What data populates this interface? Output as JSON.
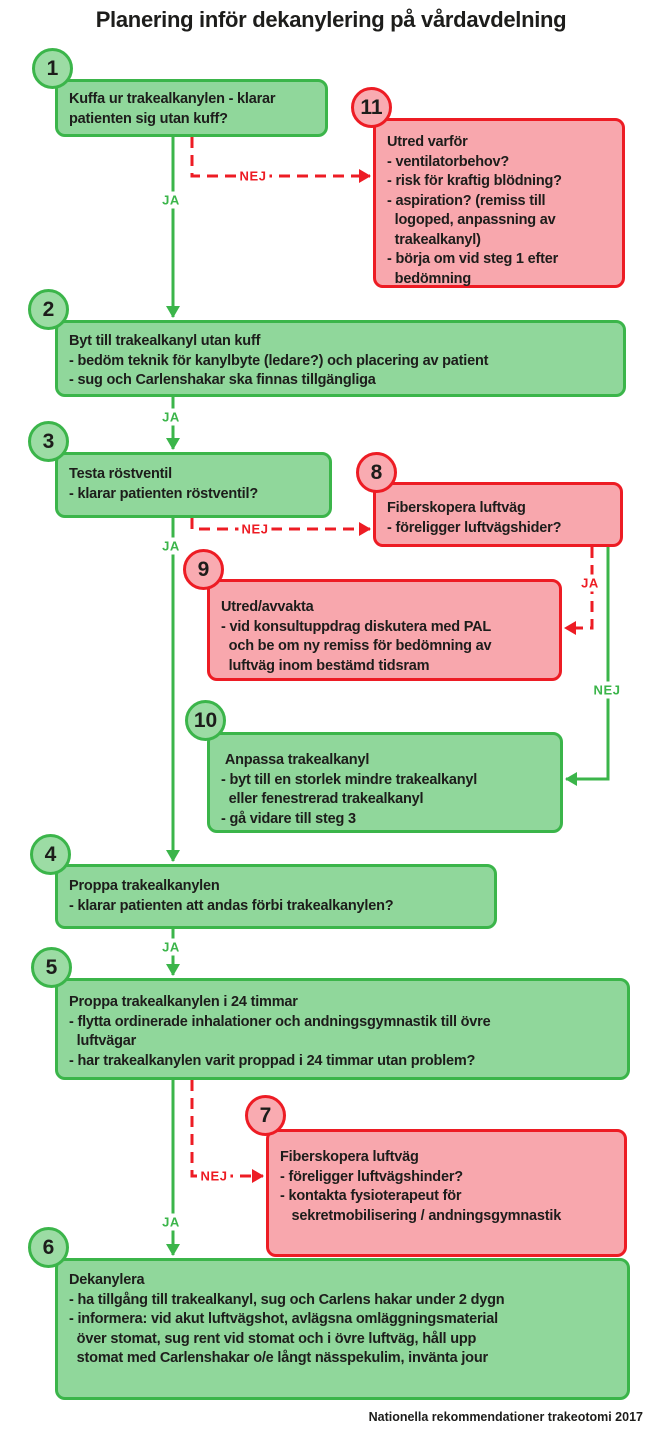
{
  "title": "Planering inför dekanylering på vårdavdelning",
  "footer": "Nationella rekommendationer trakeotomi 2017",
  "colors": {
    "green_line": "#3bb54a",
    "green_fill": "#90d79b",
    "red_line": "#ed1c24",
    "red_fill": "#f8a7ad",
    "text": "#1d1d1b"
  },
  "steps": [
    {
      "number": "1",
      "color": "green",
      "lines": [
        "Kuffa ur trakealkanylen - klarar",
        "patienten sig utan kuff?"
      ]
    },
    {
      "number": "2",
      "color": "green",
      "lines": [
        "Byt till trakealkanyl utan kuff",
        "- bedöm teknik för kanylbyte (ledare?) och placering av patient",
        "- sug och Carlenshakar ska finnas tillgängliga"
      ]
    },
    {
      "number": "3",
      "color": "green",
      "lines": [
        "Testa röstventil",
        "- klarar patienten röstventil?"
      ]
    },
    {
      "number": "4",
      "color": "green",
      "lines": [
        "Proppa trakealkanylen",
        "- klarar patienten att andas förbi trakealkanylen?"
      ]
    },
    {
      "number": "5",
      "color": "green",
      "lines": [
        "Proppa trakealkanylen i 24 timmar",
        "- flytta ordinerade inhalationer och andningsgymnastik till övre",
        "  luftvägar",
        "- har trakealkanylen varit proppad i 24 timmar utan problem?"
      ]
    },
    {
      "number": "6",
      "color": "green",
      "lines": [
        "Dekanylera",
        "- ha tillgång till trakealkanyl, sug och Carlens hakar under 2 dygn",
        "- informera: vid akut luftvägshot, avlägsna omläggningsmaterial",
        "  över stomat, sug rent vid stomat och i övre luftväg, håll upp",
        "  stomat med Carlenshakar o/e långt nässpekulim, invänta jour"
      ]
    },
    {
      "number": "7",
      "color": "red",
      "lines": [
        "Fiberskopera luftväg",
        "- föreligger luftvägshinder?",
        "- kontakta fysioterapeut för",
        "   sekretmobilisering / andningsgymnastik"
      ]
    },
    {
      "number": "8",
      "color": "red",
      "lines": [
        "Fiberskopera luftväg",
        "- föreligger luftvägshider?"
      ]
    },
    {
      "number": "9",
      "color": "red",
      "lines": [
        "Utred/avvakta",
        "- vid konsultuppdrag diskutera med PAL",
        "  och be om ny remiss för bedömning av",
        "  luftväg inom bestämd tidsram"
      ]
    },
    {
      "number": "10",
      "color": "green",
      "lines": [
        " Anpassa trakealkanyl",
        "- byt till en storlek mindre trakealkanyl",
        "  eller fenestrerad trakealkanyl",
        "- gå vidare till steg 3"
      ]
    },
    {
      "number": "11",
      "color": "red",
      "lines": [
        "Utred varför",
        "- ventilatorbehov?",
        "- risk för kraftig blödning?",
        "- aspiration? (remiss till",
        "  logoped, anpassning av",
        "  trakealkanyl)",
        "- börja om vid steg 1 efter",
        "  bedömning"
      ]
    }
  ],
  "connectors": [
    {
      "from": "1",
      "to": "2",
      "label": "JA"
    },
    {
      "from": "1",
      "to": "11",
      "label": "NEJ"
    },
    {
      "from": "2",
      "to": "3",
      "label": "JA"
    },
    {
      "from": "3",
      "to": "4",
      "label": "JA"
    },
    {
      "from": "3",
      "to": "8",
      "label": "NEJ"
    },
    {
      "from": "8",
      "to": "9",
      "label": "JA"
    },
    {
      "from": "8",
      "to": "10",
      "label": "NEJ"
    },
    {
      "from": "4",
      "to": "5",
      "label": "JA"
    },
    {
      "from": "5",
      "to": "6",
      "label": "JA"
    },
    {
      "from": "5",
      "to": "7",
      "label": "NEJ"
    }
  ]
}
